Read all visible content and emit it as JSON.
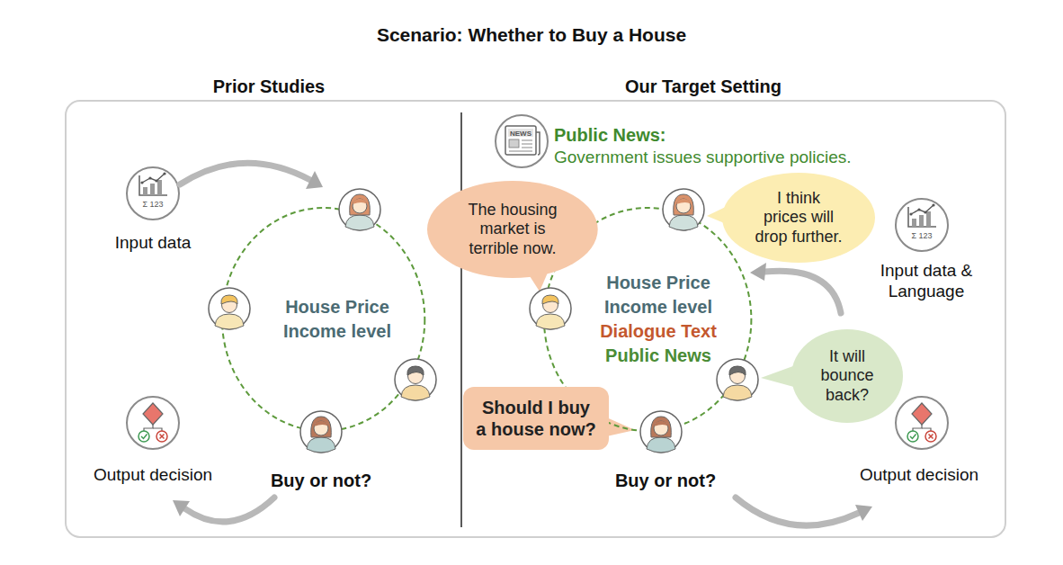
{
  "diagram": {
    "title": "Scenario: Whether to Buy a House",
    "nodes": [
      {
        "text": [
          "House Price",
          "Income level"
        ]
      },
      {
        "text": [
          "House Price",
          "Income level",
          "Dialogue Text",
          "Public News"
        ]
      },
      {
        "text": [
          "The housing market is terrible now."
        ]
      },
      {
        "text": [
          "I think prices will drop further."
        ]
      },
      {
        "text": [
          "It will bounce back?"
        ]
      },
      {
        "text": [
          "Should I buy a house now?"
        ]
      }
    ],
    "labels": [
      "Prior Studies",
      "Our Target Setting",
      "Σ 123",
      "Input data",
      "Output decision",
      "Buy or not?",
      "NEWS",
      "Public News:",
      "Government issues supportive policies.",
      "Σ 123",
      "Input data & Language",
      "Output decision",
      "Buy or not?"
    ]
  }
}
